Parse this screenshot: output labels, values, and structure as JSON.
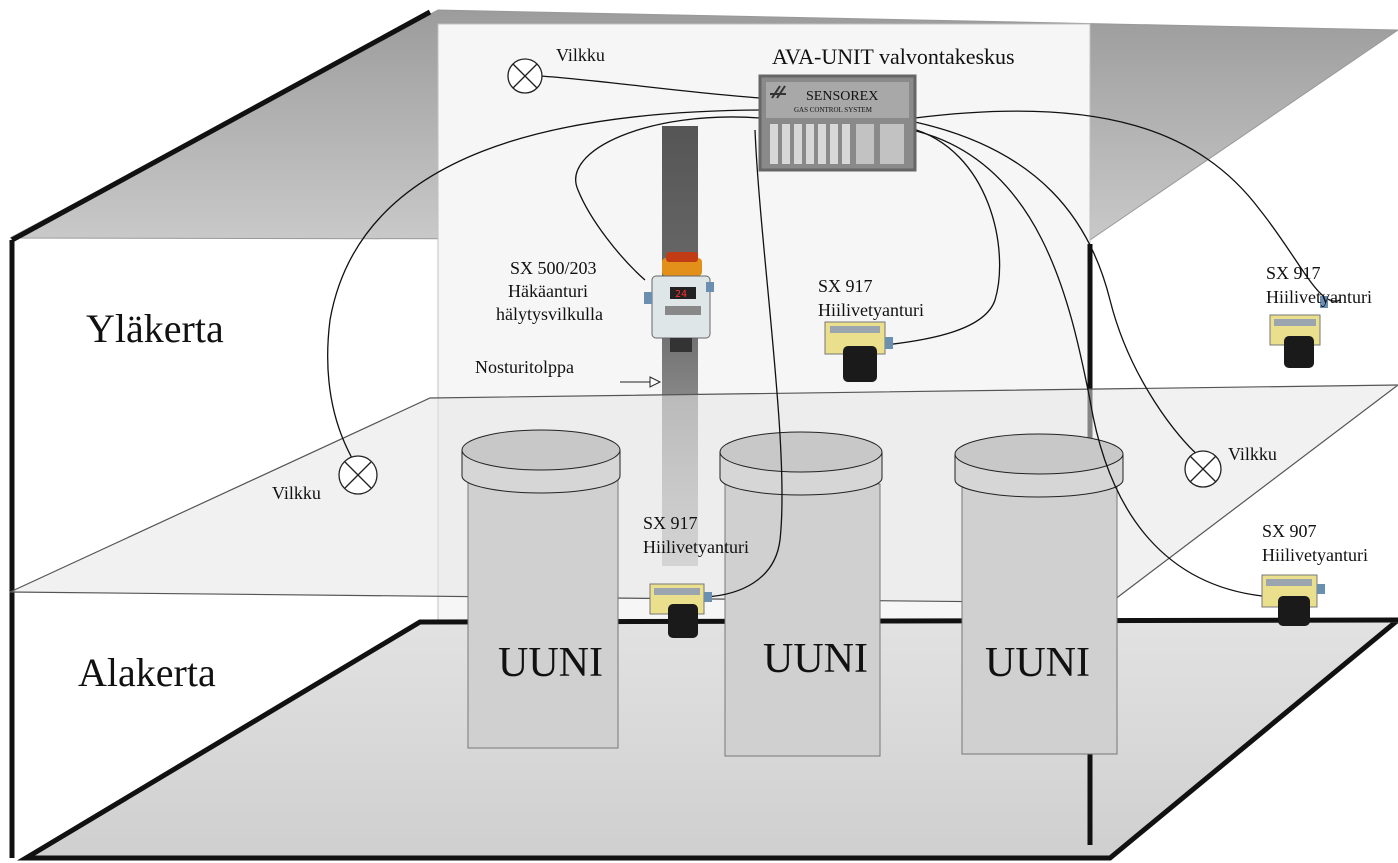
{
  "controller": {
    "title": "AVA-UNIT valvontakeskus",
    "brand": "SENSOREX",
    "subtitle": "GAS CONTROL SYSTEM"
  },
  "floors": {
    "upper": "Yläkerta",
    "lower": "Alakerta"
  },
  "flashers": {
    "top_left": "Vilkku",
    "middle_left": "Vilkku",
    "middle_right": "Vilkku"
  },
  "sensors": {
    "sx500": {
      "model": "SX 500/203",
      "line1": "Häkäanturi",
      "line2": "hälytysvilkulla",
      "display": "24"
    },
    "sx917_center": {
      "model": "SX 917",
      "type": "Hiilivetyanturi"
    },
    "sx917_right": {
      "model": "SX 917",
      "type": "Hiilivetyanturi"
    },
    "sx917_lower": {
      "model": "SX 917",
      "type": "Hiilivetyanturi"
    },
    "sx907": {
      "model": "SX 907",
      "type": "Hiilivetyanturi"
    }
  },
  "crane_pole": {
    "label": "Nosturitolppa"
  },
  "furnaces": [
    {
      "label": "UUNI"
    },
    {
      "label": "UUNI"
    },
    {
      "label": "UUNI"
    }
  ],
  "colors": {
    "ceiling": "#b4b4b4",
    "floor": "#d2d2d2",
    "mid_plane": "#e8e8e8",
    "furnace": "#d0d0d0",
    "pole": "#6a6a6a",
    "controller": "#8a8a8a",
    "sensor_body": "#e8e08a",
    "sensor_display": "#d01818"
  }
}
